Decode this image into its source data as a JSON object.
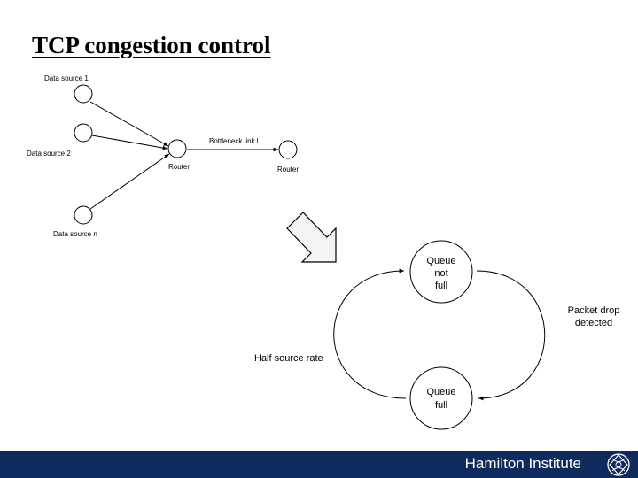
{
  "title": "TCP congestion control",
  "network": {
    "sources": [
      "Data source 1",
      "",
      "Data source 2",
      "Data source n"
    ],
    "router_left": "Router",
    "router_right": "Router",
    "link_label": "Bottleneck link l"
  },
  "cycle": {
    "queue_not_full": [
      "Queue",
      "not",
      "full"
    ],
    "queue_full": [
      "Queue",
      "full"
    ],
    "right_edge_label": [
      "Packet drop",
      "detected"
    ],
    "left_edge_label": "Half source rate"
  },
  "footer": {
    "institute": "Hamilton Institute"
  },
  "colors": {
    "footer_bg": "#0f2a5c",
    "footer_text": "#ffffff",
    "line": "#000000"
  },
  "icons": {
    "transition_arrow": "arrow-down-right-icon",
    "logo": "hamilton-institute-logo-icon"
  }
}
